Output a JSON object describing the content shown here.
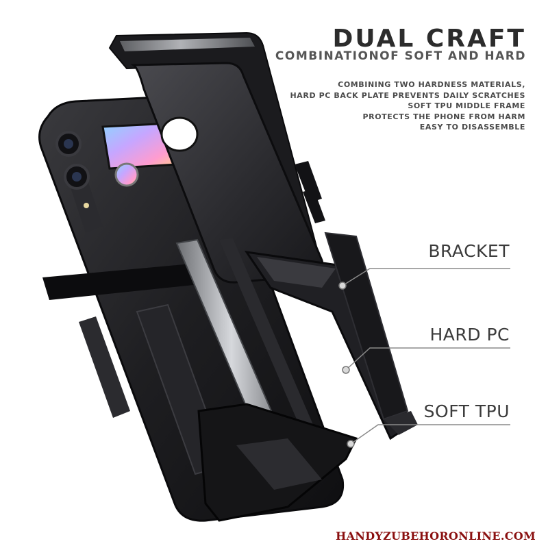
{
  "heading": {
    "title": "DUAL CRAFT",
    "subtitle": "COMBINATIONOF SOFT AND HARD"
  },
  "features": [
    "COMBINING TWO HARDNESS MATERIALS,",
    "HARD PC BACK PLATE PREVENTS DAILY SCRATCHES",
    "SOFT TPU MIDDLE FRAME",
    "PROTECTS THE PHONE FROM HARM",
    "EASY TO DISASSEMBLE"
  ],
  "callouts": {
    "bracket": "BRACKET",
    "hard_pc": "HARD PC",
    "soft_tpu": "SOFT TPU"
  },
  "watermark": "HANDYZUBEHORONLINE.COM",
  "colors": {
    "background": "#ffffff",
    "case_dark": "#1c1c1e",
    "case_mid": "#2e2e31",
    "metal_highlight": "#b9bbbf",
    "text_dark": "#2c2c2c",
    "watermark": "#8a0f0f"
  }
}
